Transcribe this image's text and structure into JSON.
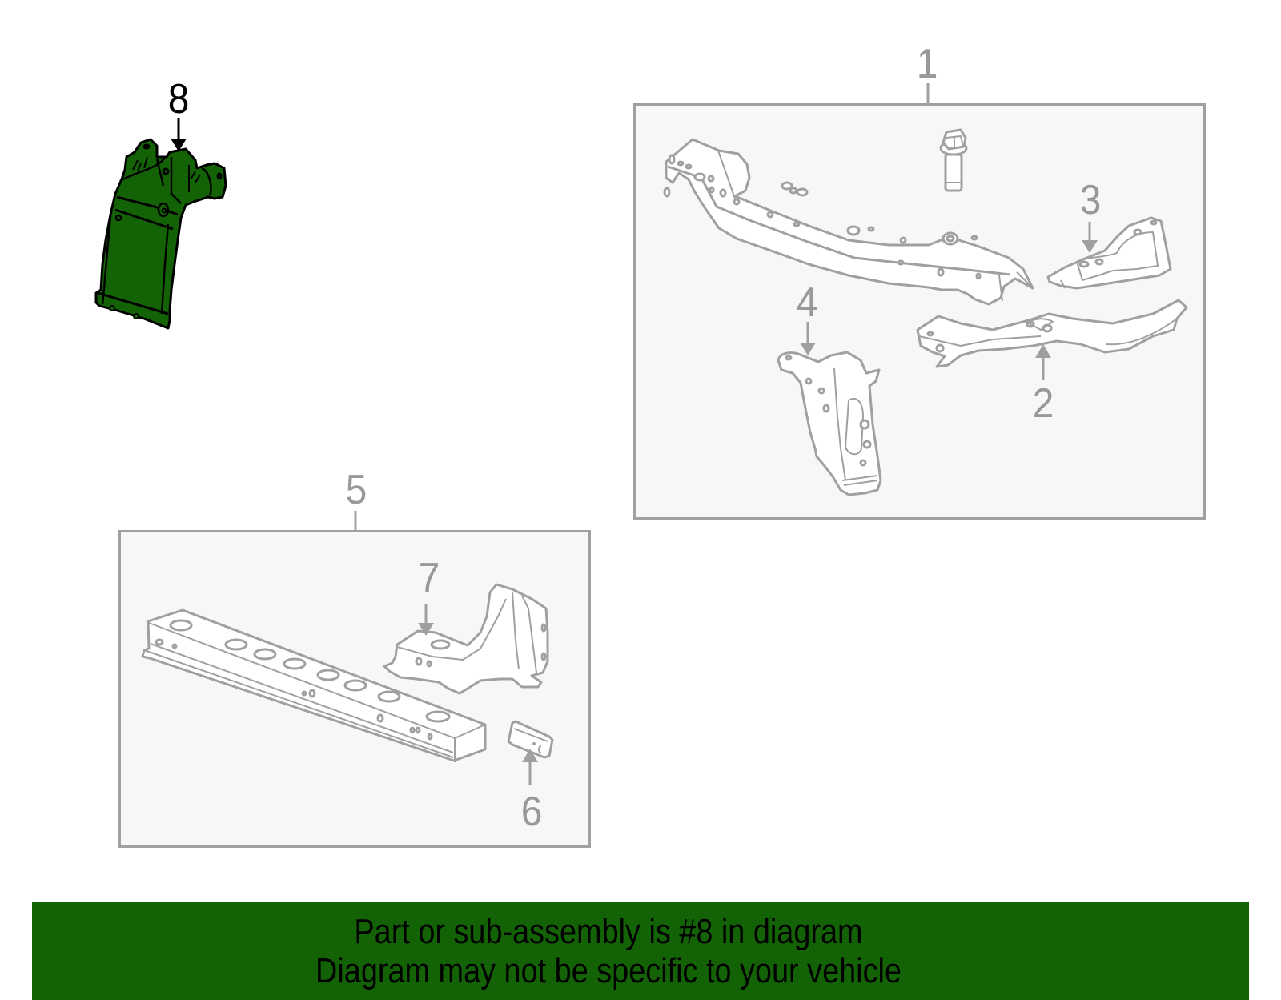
{
  "diagram": {
    "colors": {
      "background": "#ffffff",
      "box_fill": "#f7f7f7",
      "box_border": "#a0a0a0",
      "part_line": "#a0a0a0",
      "part_fill": "#ffffff",
      "highlight_fill": "#136306",
      "highlight_line": "#000000",
      "banner_bg": "#136306",
      "banner_text": "#000000"
    },
    "callouts": [
      {
        "id": "1",
        "label": "1"
      },
      {
        "id": "2",
        "label": "2"
      },
      {
        "id": "3",
        "label": "3"
      },
      {
        "id": "4",
        "label": "4"
      },
      {
        "id": "5",
        "label": "5"
      },
      {
        "id": "6",
        "label": "6"
      },
      {
        "id": "7",
        "label": "7"
      },
      {
        "id": "8",
        "label": "8",
        "highlighted": true
      }
    ],
    "groups": [
      {
        "id": "assembly-1",
        "callout": "1",
        "contains": [
          "2",
          "3",
          "4",
          "bolt"
        ]
      },
      {
        "id": "assembly-5",
        "callout": "5",
        "contains": [
          "6",
          "7"
        ]
      }
    ],
    "highlighted_part": "8"
  },
  "banner": {
    "line1": "Part or sub-assembly is #8 in diagram",
    "line2": "Diagram may not be specific to your vehicle"
  }
}
